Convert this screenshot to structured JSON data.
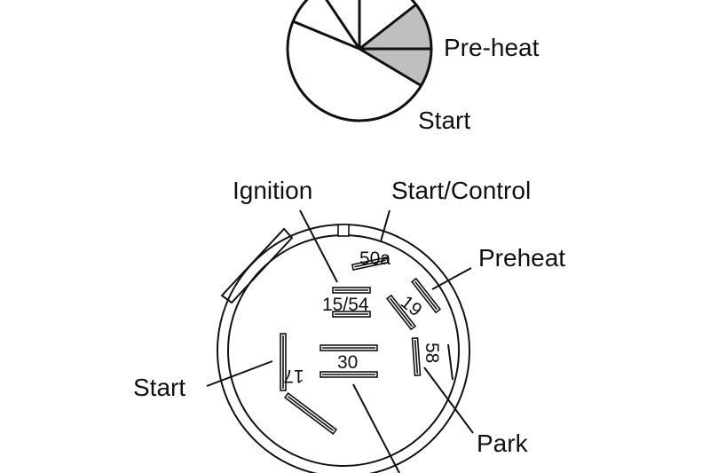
{
  "pie": {
    "labels": {
      "preheat": "Pre-heat",
      "start": "Start"
    },
    "colors": {
      "shaded": "#bfbfbf",
      "outline": "#111111"
    }
  },
  "connector": {
    "callouts": {
      "ignition": "Ignition",
      "start_control": "Start/Control",
      "preheat": "Preheat",
      "start": "Start",
      "park": "Park"
    },
    "terminals": {
      "t50a": "50a",
      "t15_54": "15/54",
      "t19": "19",
      "t30": "30",
      "t17": "17",
      "t58": "58"
    }
  }
}
